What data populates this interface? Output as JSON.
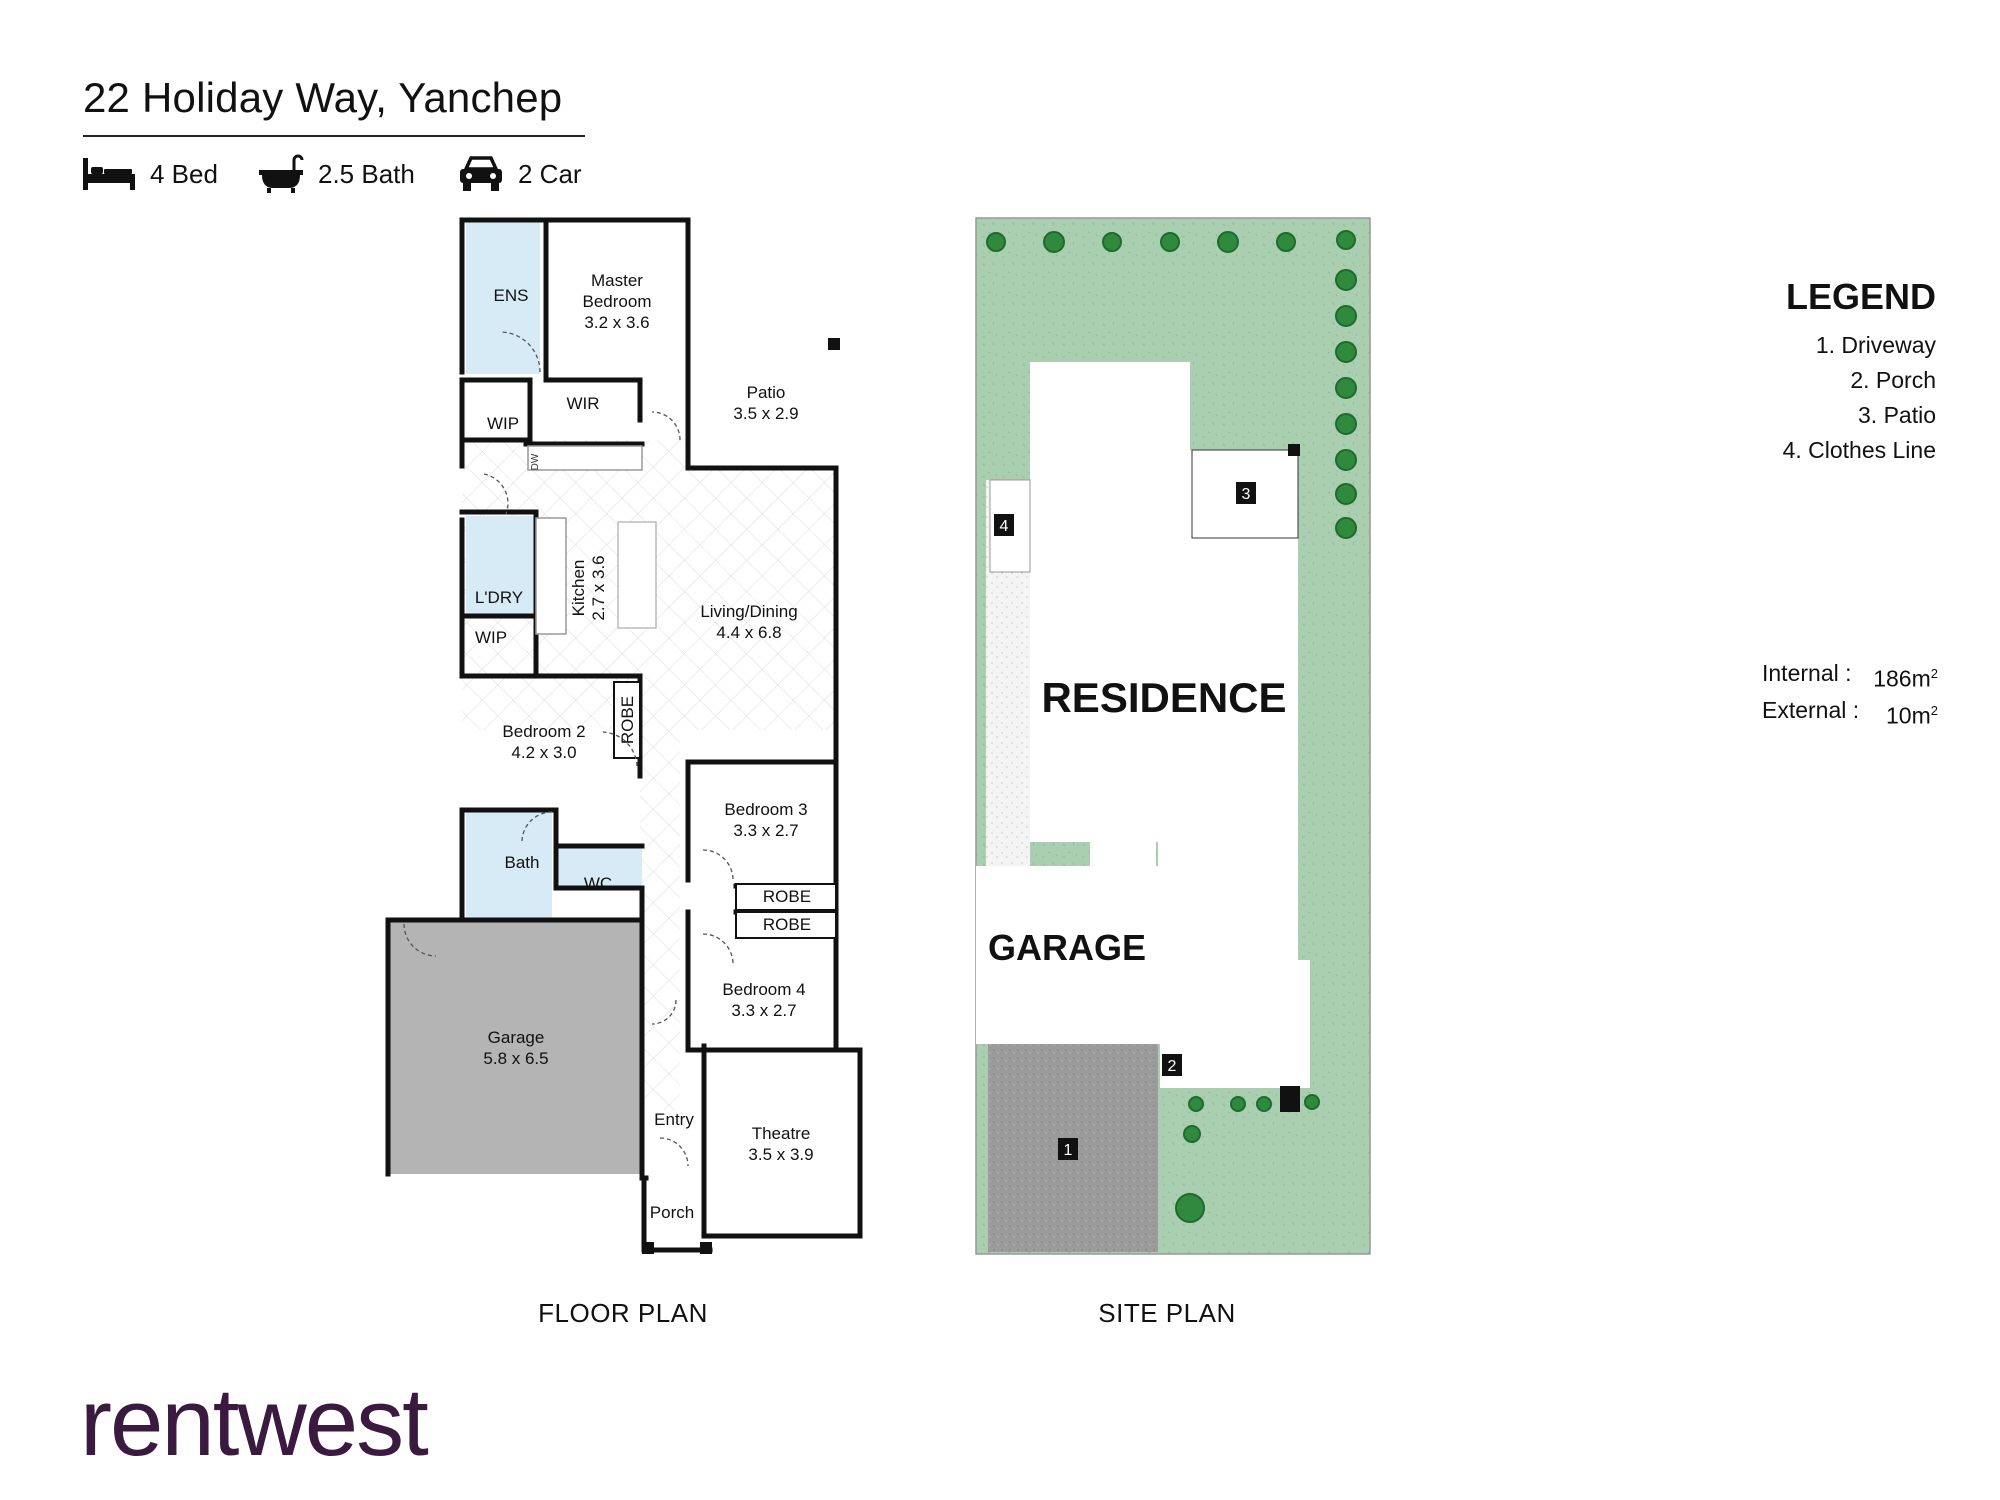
{
  "header": {
    "title": "22 Holiday Way, Yanchep",
    "features": {
      "bed": "4 Bed",
      "bath": "2.5 Bath",
      "car": "2 Car"
    }
  },
  "floor_plan": {
    "caption": "FLOOR PLAN",
    "rooms": {
      "ens": "ENS",
      "master_name": "Master",
      "master_name2": "Bedroom",
      "master_size": "3.2 x 3.6",
      "wir": "WIR",
      "wip_top": "WIP",
      "patio_name": "Patio",
      "patio_size": "3.5 x 2.9",
      "ldry": "L'DRY",
      "wip_bottom": "WIP",
      "kitchen_name": "Kitchen",
      "kitchen_size": "2.7 x 3.6",
      "living_name": "Living/Dining",
      "living_size": "4.4 x 6.8",
      "bed2_name": "Bedroom 2",
      "bed2_size": "4.2 x 3.0",
      "robe_vertical": "ROBE",
      "bed3_name": "Bedroom 3",
      "bed3_size": "3.3 x 2.7",
      "robe1": "ROBE",
      "robe2": "ROBE",
      "bath": "Bath",
      "wc": "WC",
      "bed4_name": "Bedroom 4",
      "bed4_size": "3.3 x 2.7",
      "garage_name": "Garage",
      "garage_size": "5.8 x 6.5",
      "entry": "Entry",
      "theatre_name": "Theatre",
      "theatre_size": "3.5 x 3.9",
      "porch": "Porch",
      "dw": "DW"
    }
  },
  "site_plan": {
    "caption": "SITE PLAN",
    "residence": "RESIDENCE",
    "garage": "GARAGE",
    "markers": [
      "1",
      "2",
      "3",
      "4"
    ]
  },
  "legend": {
    "title": "LEGEND",
    "items": [
      "1. Driveway",
      "2. Porch",
      "3. Patio",
      "4. Clothes Line"
    ]
  },
  "areas": {
    "internal_label": "Internal  :",
    "internal_value": "186m",
    "external_label": "External :",
    "external_value": "10m",
    "unit_sup": "2"
  },
  "brand": {
    "name": "rentwest",
    "color": "#3b1a3f"
  },
  "colors": {
    "wet_area": "#d7ebf7",
    "garage": "#b4b4b4",
    "lawn": "#a9cfb0",
    "tree": "#2f8a3e",
    "wall": "#111111"
  }
}
